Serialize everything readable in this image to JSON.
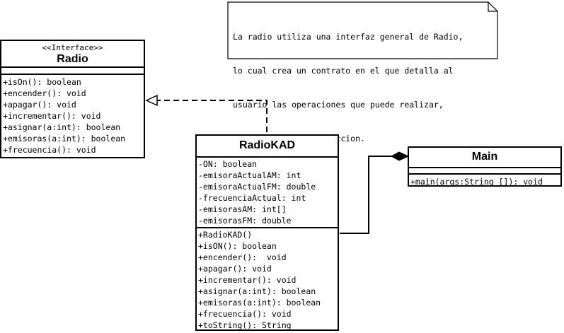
{
  "note": {
    "lines": [
      "La radio utiliza una interfaz general de Radio,",
      "lo cual crea un contrato en el que detalla al",
      "usuario las operaciones que puede realizar,",
      "manteniendo la abstraccion."
    ]
  },
  "radio": {
    "stereotype": "<<Interface>>",
    "name": "Radio",
    "operations": [
      "+isOn(): boolean",
      "+encender(): void",
      "+apagar(): void",
      "+incrementar(): void",
      "+asignar(a:int): boolean",
      "+emisoras(a:int): boolean",
      "+frecuencia(): void"
    ]
  },
  "radiokad": {
    "name": "RadioKAD",
    "attributes": [
      "-ON: boolean",
      "-emisoraActualAM: int",
      "-emisoraActualFM: double",
      "-frecuenciaActual: int",
      "-emisorasAM: int[]",
      "-emisorasFM: double"
    ],
    "operations": [
      "+RadioKAD()",
      "+isON(): boolean",
      "+encender():  void",
      "+apagar(): void",
      "+incrementar(): void",
      "+asignar(a:int): boolean",
      "+emisoras(a:int): boolean",
      "+frecuencia(): void",
      "+toString(): String"
    ]
  },
  "main": {
    "name": "Main",
    "operations": [
      "+main(args:String []): void"
    ]
  }
}
